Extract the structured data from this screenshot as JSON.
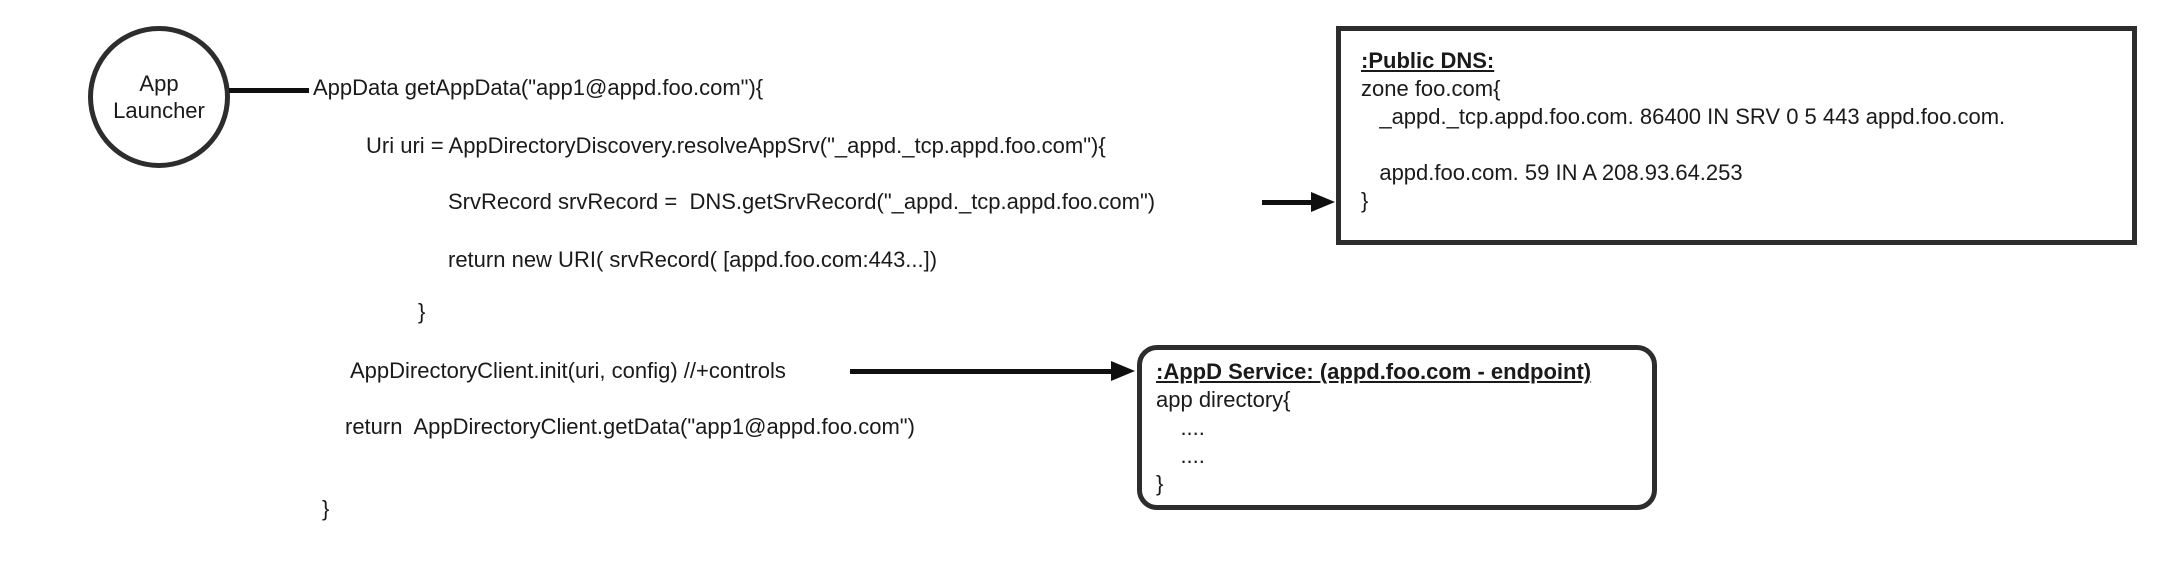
{
  "colors": {
    "ink": "#1a1a1a",
    "border": "#2d2d2d",
    "background": "#ffffff"
  },
  "actor": {
    "name": "App Launcher",
    "label_line1": "App",
    "label_line2": "Launcher"
  },
  "code": {
    "lines": [
      "AppData getAppData(\"app1@appd.foo.com\"){",
      "Uri uri = AppDirectoryDiscovery.resolveAppSrv(\"_appd._tcp.appd.foo.com\"){",
      "SrvRecord srvRecord =  DNS.getSrvRecord(\"_appd._tcp.appd.foo.com\")",
      "return new URI( srvRecord( [appd.foo.com:443...])",
      "}",
      "AppDirectoryClient.init(uri, config) //+controls",
      "return  AppDirectoryClient.getData(\"app1@appd.foo.com\")",
      "}"
    ]
  },
  "dns_box": {
    "title": ":Public DNS:",
    "lines": [
      "zone foo.com{",
      "   _appd._tcp.appd.foo.com. 86400 IN SRV 0 5 443 appd.foo.com.",
      "",
      "   appd.foo.com. 59 IN A 208.93.64.253",
      "}"
    ]
  },
  "appd_box": {
    "title": ":AppD Service: (appd.foo.com - endpoint)",
    "lines": [
      "app directory{",
      "    ....",
      "    ....",
      "}"
    ]
  }
}
